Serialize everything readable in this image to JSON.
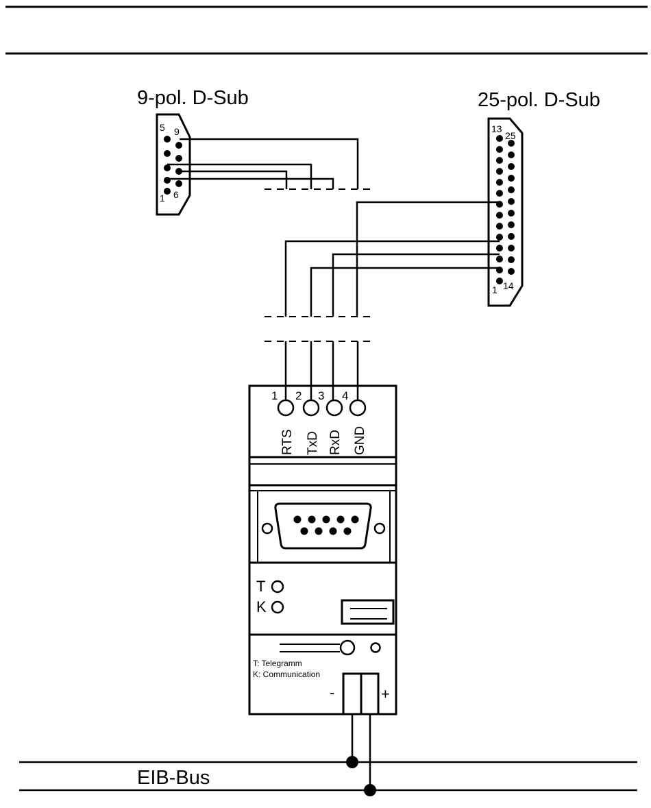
{
  "labels": {
    "dsub9_title": "9-pol. D-Sub",
    "dsub25_title": "25-pol. D-Sub",
    "bus": "EIB-Bus",
    "legend_t": "T: Telegramm",
    "legend_k": "K: Communication",
    "minus": "-",
    "plus": "+"
  },
  "dsub9": {
    "pin_5": "5",
    "pin_9": "9",
    "pin_1": "1",
    "pin_6": "6"
  },
  "dsub25": {
    "pin_13": "13",
    "pin_25": "25",
    "pin_1": "1",
    "pin_14": "14"
  },
  "terminals": [
    {
      "number": "1",
      "signal": "RTS"
    },
    {
      "number": "2",
      "signal": "TxD"
    },
    {
      "number": "3",
      "signal": "RxD"
    },
    {
      "number": "4",
      "signal": "GND"
    }
  ],
  "leds": {
    "t": "T",
    "k": "K"
  }
}
